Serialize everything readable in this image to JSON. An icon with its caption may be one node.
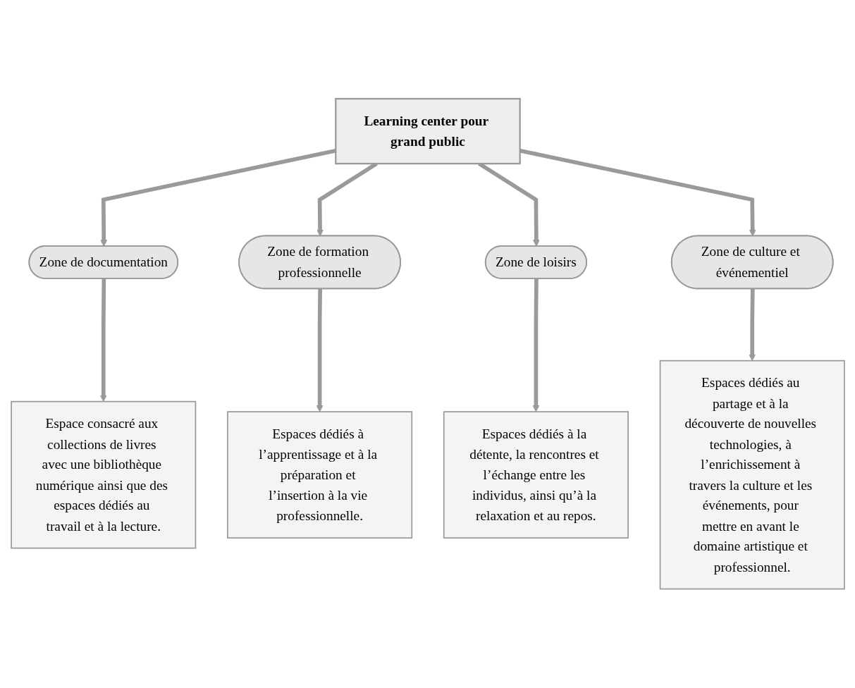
{
  "diagram": {
    "nodes": [
      {
        "text": [
          "Learning center pour grand public"
        ]
      },
      {
        "text": [
          "Zone de documentation"
        ]
      },
      {
        "text": [
          "Zone de formation professionnelle"
        ]
      },
      {
        "text": [
          "Zone de loisirs"
        ]
      },
      {
        "text": [
          "Zone de culture et événementiel"
        ]
      },
      {
        "text": [
          "Espace consacré aux collections de livres avec une bibliothèque numérique ainsi que des espaces dédiés au travail et à la lecture."
        ]
      },
      {
        "text": [
          "Espaces dédiés à l’apprentissage et à la préparation et l’insertion à la vie professionnelle."
        ]
      },
      {
        "text": [
          "Espaces dédiés à la détente, la rencontres et l’échange entre les individus, ainsi qu’à la relaxation et au repos."
        ]
      },
      {
        "text": [
          "Espaces dédiés au partage et à la découverte de nouvelles technologies, à l’enrichissement à travers la culture et les événements, pour mettre en avant le domaine artistique et professionnel."
        ]
      }
    ],
    "edges": [
      {
        "from": 0,
        "to": 1,
        "arrow": "to"
      },
      {
        "from": 0,
        "to": 2,
        "arrow": "to"
      },
      {
        "from": 0,
        "to": 3,
        "arrow": "to"
      },
      {
        "from": 0,
        "to": 4,
        "arrow": "to"
      },
      {
        "from": 1,
        "to": 5,
        "arrow": "to"
      },
      {
        "from": 2,
        "to": 6,
        "arrow": "to"
      },
      {
        "from": 3,
        "to": 7,
        "arrow": "to"
      },
      {
        "from": 4,
        "to": 8,
        "arrow": "to"
      }
    ]
  }
}
